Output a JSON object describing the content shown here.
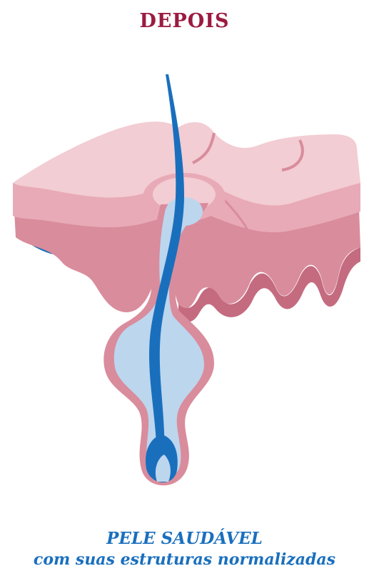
{
  "header": {
    "title": "DEPOIS"
  },
  "caption": {
    "main": "PELE SAUDÁVEL",
    "sub": "com suas estruturas normalizadas"
  },
  "colors": {
    "title": "#9b1b40",
    "caption": "#1a6fbd",
    "skin_top": "#f2cdd3",
    "skin_side": "#d98c9c",
    "skin_dark": "#c46b80",
    "gland": "#bcd6ee",
    "hair": "#1a6fbd"
  },
  "icons": {
    "illustration": "skin-hair-follicle-cross-section"
  }
}
